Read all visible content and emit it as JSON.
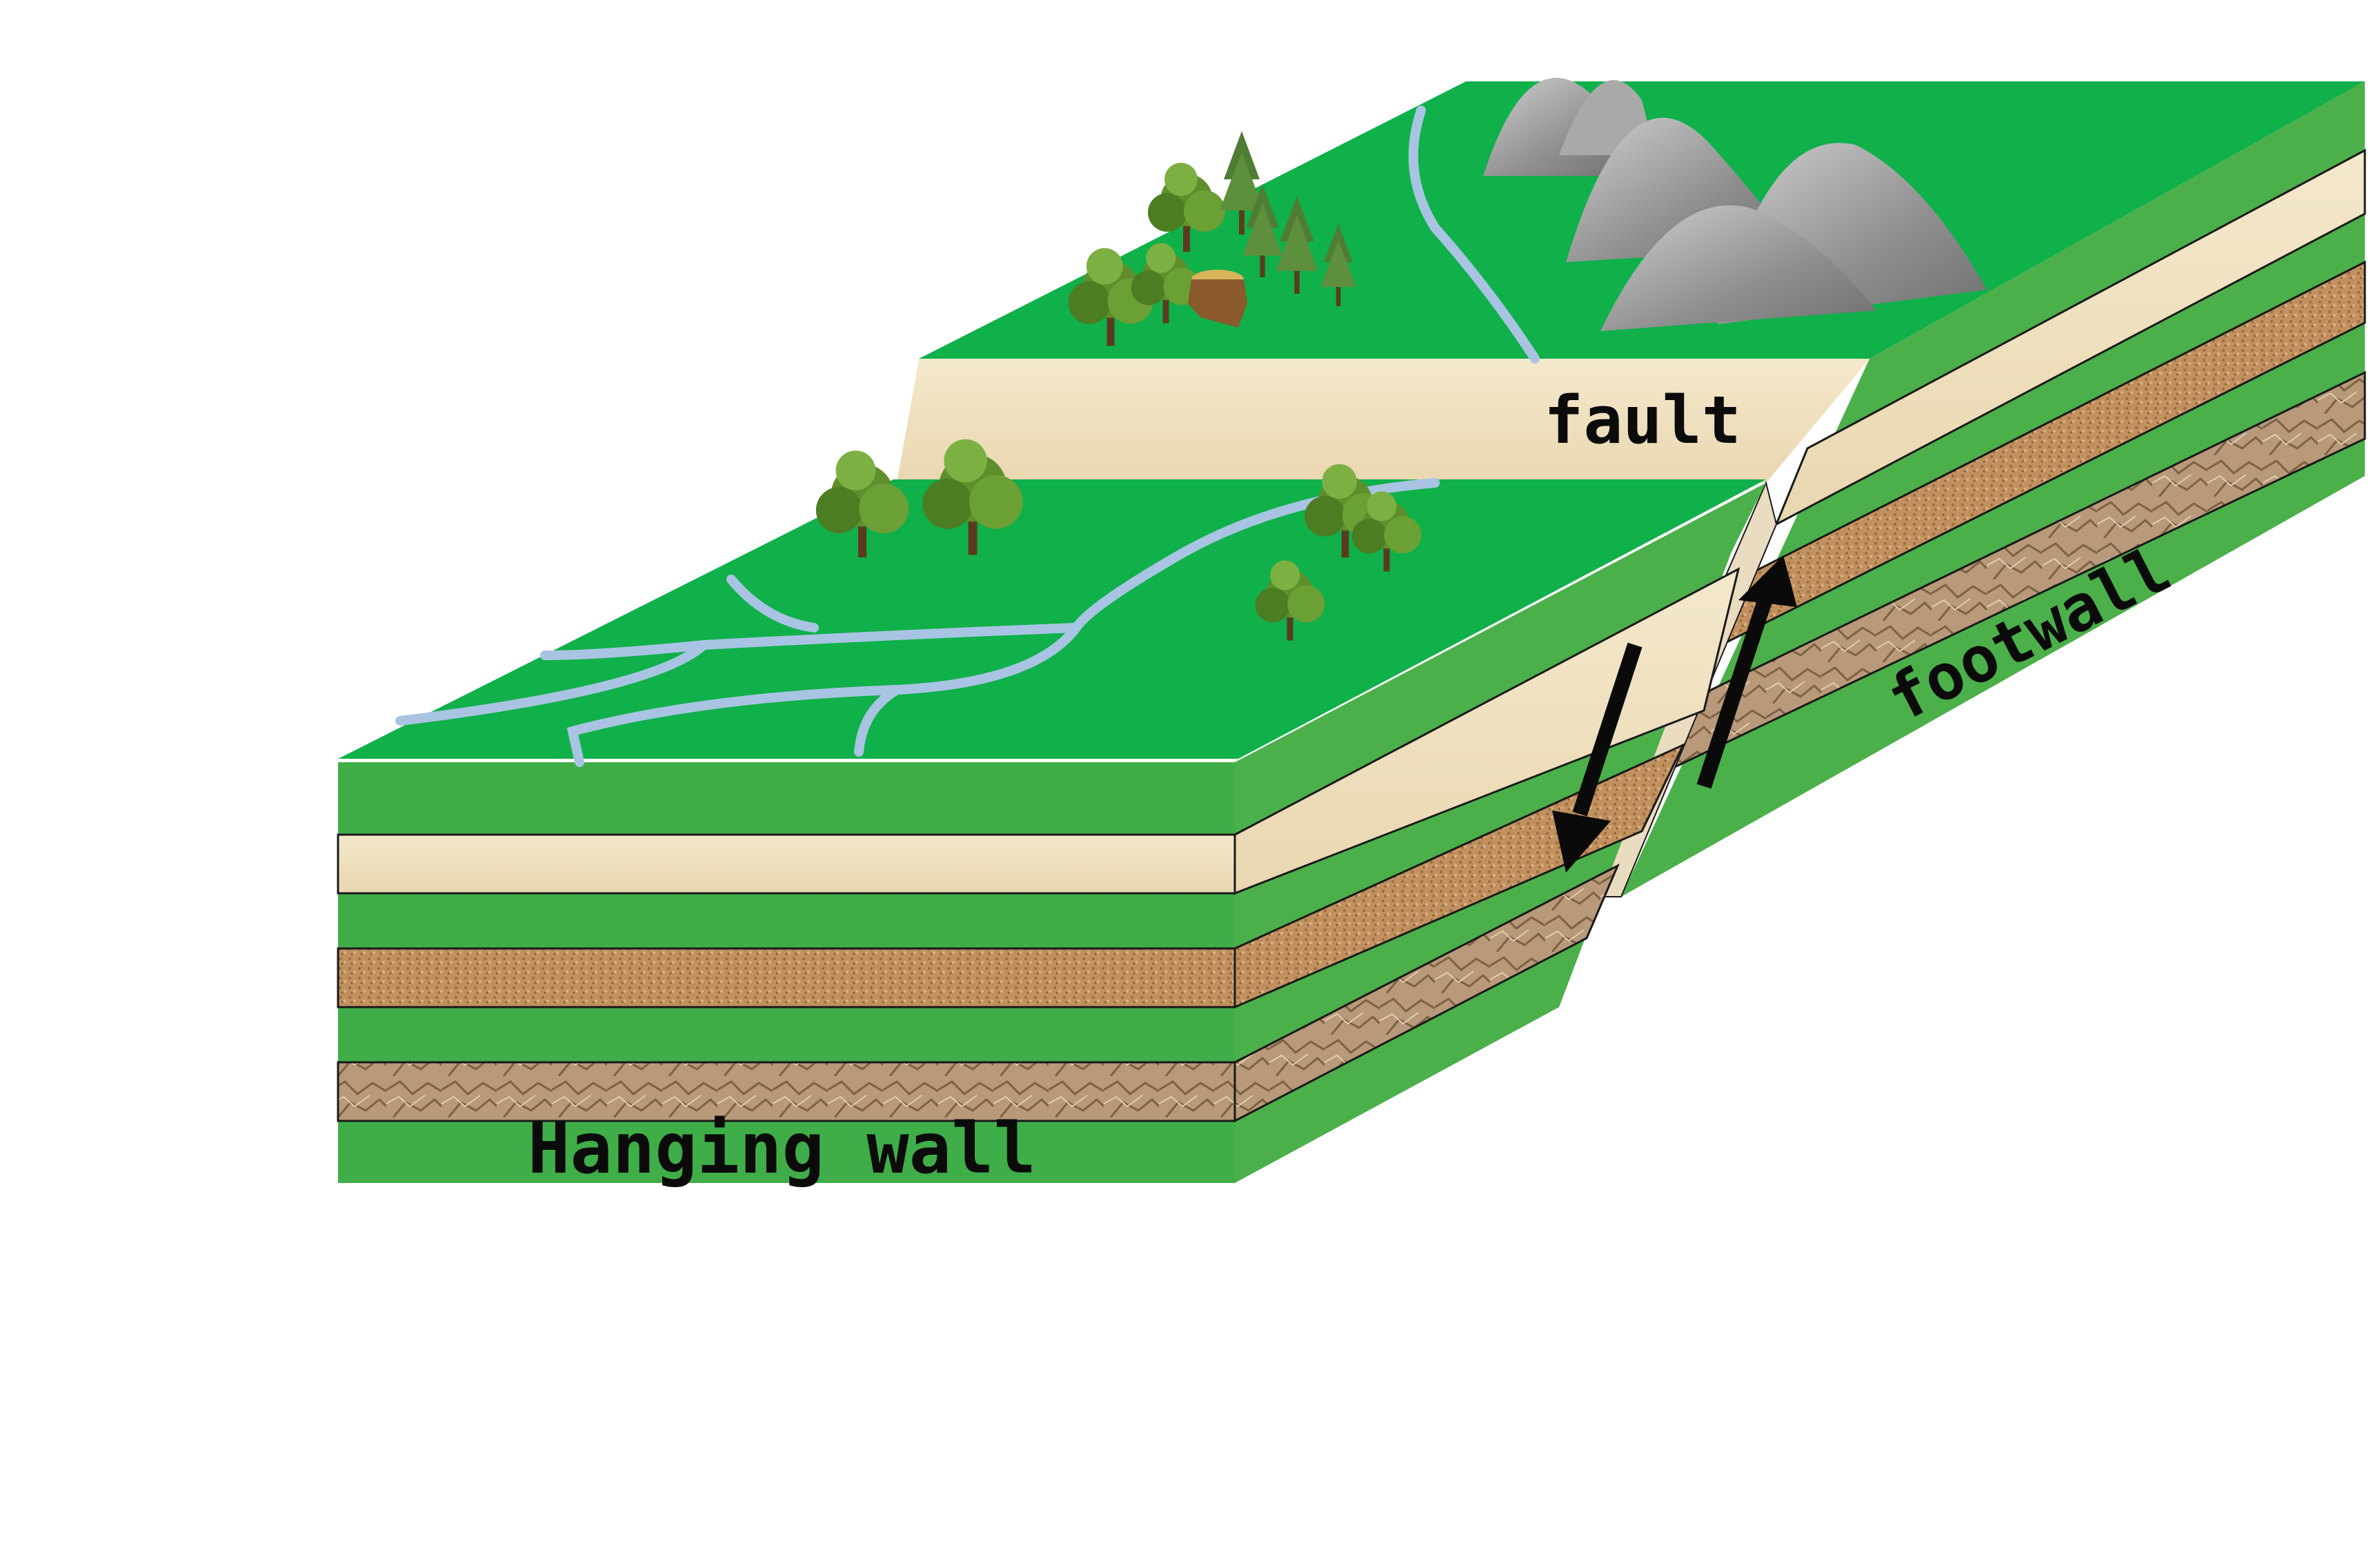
{
  "diagram": {
    "labels": {
      "fault": "fault",
      "hanging_wall": "Hanging wall",
      "footwall": "footwall"
    },
    "colors": {
      "grass_top": "#10b04a",
      "grass_layer": "#3fae48",
      "grass_side": "#4bb04a",
      "sandstone": "#f0e2c2",
      "gravel": "#b98858",
      "rock": "#b89874",
      "river": "#a9c4e2",
      "mountain": "#9b9b9b",
      "arrow": "#0a0a0a",
      "text": "#0b0b0b"
    },
    "icons": [
      "tree-icon",
      "mountain-icon",
      "stump-icon"
    ]
  }
}
